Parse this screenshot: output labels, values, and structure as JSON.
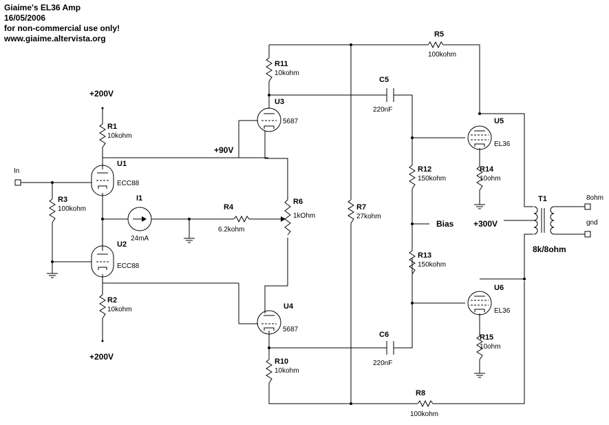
{
  "header": {
    "title": "Giaime's EL36 Amp",
    "date": "16/05/2006",
    "license": "for non-commercial use only!",
    "website": "www.giaime.altervista.org"
  },
  "labels": {
    "in": "In",
    "v200_top": "+200V",
    "v200_bot": "+200V",
    "v90": "+90V",
    "v300": "+300V",
    "bias": "Bias",
    "out_8ohm": "8ohm",
    "out_gnd": "gnd",
    "t1_ratio": "8k/8ohm"
  },
  "components": {
    "R1": {
      "ref": "R1",
      "value": "10kohm"
    },
    "R2": {
      "ref": "R2",
      "value": "10kohm"
    },
    "R3": {
      "ref": "R3",
      "value": "100kohm"
    },
    "R4": {
      "ref": "R4",
      "value": "6.2kohm"
    },
    "R5": {
      "ref": "R5",
      "value": "100kohm"
    },
    "R6": {
      "ref": "R6",
      "value": "1kOhm"
    },
    "R7": {
      "ref": "R7",
      "value": "27kohm"
    },
    "R8": {
      "ref": "R8",
      "value": "100kohm"
    },
    "R10": {
      "ref": "R10",
      "value": "10kohm"
    },
    "R11": {
      "ref": "R11",
      "value": "10kohm"
    },
    "R12": {
      "ref": "R12",
      "value": "150kohm"
    },
    "R13": {
      "ref": "R13",
      "value": "150kohm"
    },
    "R14": {
      "ref": "R14",
      "value": "10ohm"
    },
    "R15": {
      "ref": "R15",
      "value": "10ohm"
    },
    "C5": {
      "ref": "C5",
      "value": "220nF"
    },
    "C6": {
      "ref": "C6",
      "value": "220nF"
    },
    "I1": {
      "ref": "I1",
      "value": "24mA"
    },
    "U1": {
      "ref": "U1",
      "value": "ECC88"
    },
    "U2": {
      "ref": "U2",
      "value": "ECC88"
    },
    "U3": {
      "ref": "U3",
      "value": "5687"
    },
    "U4": {
      "ref": "U4",
      "value": "5687"
    },
    "U5": {
      "ref": "U5",
      "value": "EL36"
    },
    "U6": {
      "ref": "U6",
      "value": "EL36"
    },
    "T1": {
      "ref": "T1"
    }
  }
}
